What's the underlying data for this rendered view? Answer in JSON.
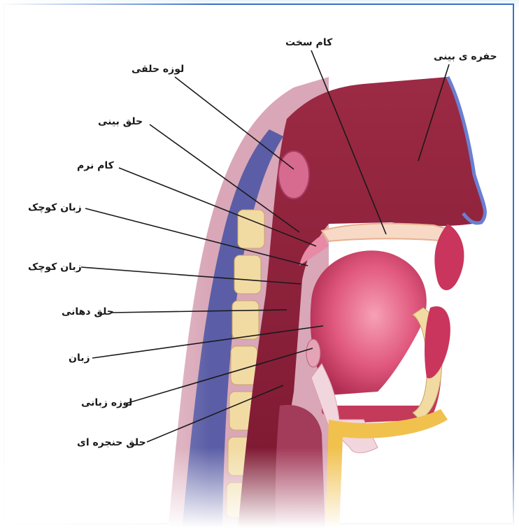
{
  "labels": {
    "hard_palate": "کام سخت",
    "nasal_cavity": "حفره ی بینی",
    "pharyngeal_tonsil": "لوزه حلقی",
    "nasopharynx": "حلق بینی",
    "soft_palate": "کام نرم",
    "uvula_1": "زبان کوچک",
    "uvula_2": "زبان کوچک",
    "oropharynx": "حلق دهانی",
    "tongue": "زبان",
    "lingual_tonsil": "لوزه زبانی",
    "laryngopharynx": "حلق حنجره ای"
  },
  "colors": {
    "frame": "#3f6fc6",
    "leader_line": "#1a1a1a",
    "tissue": "#8e1f3a",
    "spine": "#5b5ea6",
    "bone": "#f1dba3"
  }
}
